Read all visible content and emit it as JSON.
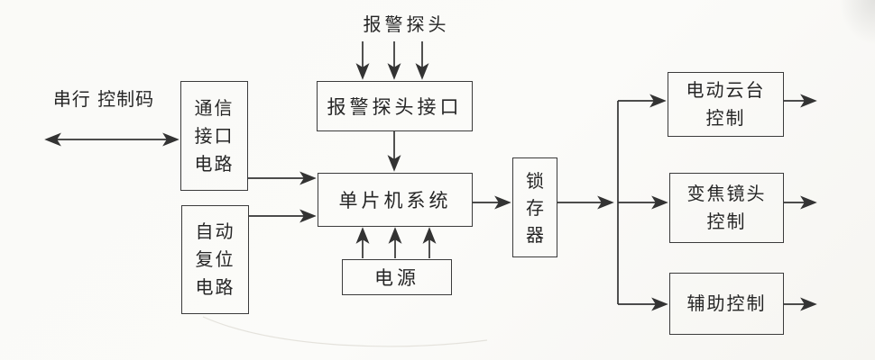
{
  "canvas": {
    "background": "#fafaf7",
    "line_color": "#333333",
    "box_border_color": "#3b3b3b"
  },
  "nodes": {
    "comm_interface": {
      "label": "通信接口电路",
      "lines": [
        "通信",
        "接口",
        "电路"
      ]
    },
    "auto_reset": {
      "label": "自动复位电路",
      "lines": [
        "自动",
        "复位",
        "电路"
      ]
    },
    "alarm_probe_interface": {
      "label": "报警探头接口"
    },
    "mcu_system": {
      "label": "单片机系统"
    },
    "power_supply": {
      "label": "电源"
    },
    "latch": {
      "label": "锁存器",
      "lines": [
        "锁",
        "存",
        "器"
      ]
    },
    "pan_tilt_control": {
      "label": "电动云台控制",
      "lines": [
        "电动云台",
        "控制"
      ]
    },
    "zoom_lens_control": {
      "label": "变焦镜头控制",
      "lines": [
        "变焦镜头",
        "控制"
      ]
    },
    "aux_control": {
      "label": "辅助控制"
    }
  },
  "annotations": {
    "serial_control_code": {
      "label": "串行控制码",
      "lines": [
        "串行",
        "控制码"
      ]
    },
    "alarm_probe": {
      "label": "报警探头"
    }
  },
  "edges": [
    {
      "from": "external",
      "to": "comm_interface",
      "type": "bidirectional",
      "label": "串行控制码"
    },
    {
      "from": "comm_interface",
      "to": "mcu_system",
      "type": "arrow"
    },
    {
      "from": "auto_reset",
      "to": "mcu_system",
      "type": "arrow"
    },
    {
      "from": "alarm_probe",
      "to": "alarm_probe_interface",
      "type": "arrow-x3"
    },
    {
      "from": "alarm_probe_interface",
      "to": "mcu_system",
      "type": "arrow"
    },
    {
      "from": "power_supply",
      "to": "mcu_system",
      "type": "arrow-x3"
    },
    {
      "from": "mcu_system",
      "to": "latch",
      "type": "arrow"
    },
    {
      "from": "latch",
      "to": "branch_junction",
      "type": "arrow"
    },
    {
      "from": "branch_junction",
      "to": "pan_tilt_control",
      "type": "arrow"
    },
    {
      "from": "branch_junction",
      "to": "zoom_lens_control",
      "type": "arrow"
    },
    {
      "from": "branch_junction",
      "to": "aux_control",
      "type": "arrow"
    },
    {
      "from": "pan_tilt_control",
      "to": "external",
      "type": "arrow"
    },
    {
      "from": "zoom_lens_control",
      "to": "external",
      "type": "arrow"
    },
    {
      "from": "aux_control",
      "to": "external",
      "type": "arrow"
    }
  ]
}
